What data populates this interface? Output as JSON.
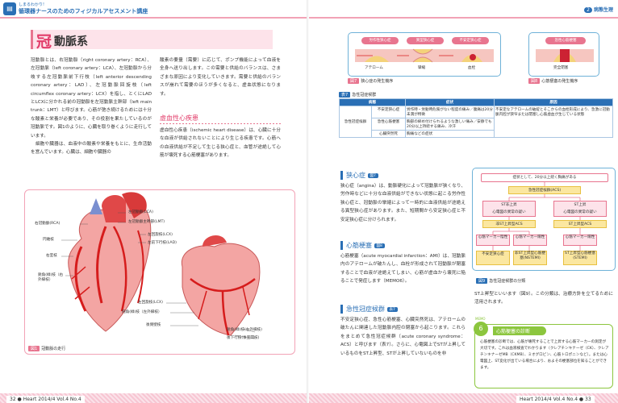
{
  "header_left": {
    "sub": "しまるわかり!",
    "title": "循環器ナースのためのフィジカルアセスメント講座"
  },
  "header_right": {
    "num": "2",
    "label": "病態生理"
  },
  "section": {
    "big": "冠",
    "rest": "動脈系"
  },
  "left_col1": "冠動脈とは、右冠動脈（right coronary artery：RCA）、左冠動脈（left coronary artery：LCA）、左冠動脈から分岐する左冠動脈前下行枝（left anterior descending coronary artery：LAD）、左冠動脈回旋枝（left circumflex coronary artery：LCX）を指し、とくにLADとLCXに分かれる前の冠動脈を左冠動脈主幹部（left main trunk：LMT）と呼びます。心筋が弛き続けるためには十分な酸素と栄養が必要であり、その役割を果たしているのが冠動脈です。図1のように、心臓を取り巻くように走行しています。",
  "left_col1b": "細胞や臓器は、血液中の酸素や栄養をもとに、生命活動を営んでいます。心臓は、細胞や臓器の",
  "left_col2": "酸素の要量（需要）に応じて、ポンプ機能によって血液を全身へ送り出します。この需要と供給のバランスは、さまざまな原因により変化していきます。需要と供給のバランスが崩れて需要のほうが多くなると、虚血状態になります。",
  "subhead_left": "虚血性心疾患",
  "left_col2b": "虚血性心疾患（ischemic heart disease）は、心臓に十分な血液が供給されないことにより生じる疾患です。心筋への血液供給が不足して生じる狭心症と、血管が途絶して心筋が壊死する心筋梗塞があります。",
  "fig1_caption": {
    "tag": "図1",
    "text": "冠動脈の走行"
  },
  "fig1_labels": [
    "左冠動脈(LCA)",
    "左冠動脈主幹部(LMT)",
    "左回旋枝(LCX)",
    "左前下行枝(LAD)",
    "右冠動脈(RCA)",
    "円錐枝",
    "右室枝",
    "鋭角(緑)枝（右外縁枝）",
    "左回旋枝(LCX)",
    "鈍角(緑)枝（左外縁枝）",
    "後側壁枝",
    "鋭角(緑)枝(右外縁枝)",
    "後下行枝(後室間枝)"
  ],
  "fig7": {
    "pills": [
      "労作性狭心症",
      "異型狭心症",
      "不安定狭心症"
    ],
    "labels": [
      "アテローム",
      "攣縮",
      "血栓"
    ],
    "caption_tag": "図7",
    "caption": "狭心症の発生機序"
  },
  "fig8": {
    "pills": [
      "急性心筋梗塞"
    ],
    "labels": [
      "完全閉塞"
    ],
    "caption_tag": "図8",
    "caption": "心筋梗塞の発生機序"
  },
  "table": {
    "tag": "表7",
    "caption": "急性冠症候群",
    "headers": [
      "病態",
      "",
      "症状",
      "原因"
    ],
    "group": "急性冠症候群",
    "rows": [
      {
        "name": "不安定狭心症",
        "symptom": "労作時・労動時危険がない程度の痛み／腹痛は20分未満が特徴",
        "cause": "不安定なアテロームの破綻とそこからの血栓形成により、急激に冠動脈内腔が狭窄または閉塞し心筋虚血が生じている状態"
      },
      {
        "name": "急性心筋梗塞",
        "symptom": "胸部の締め付けられるような激しい痛み／安静でも20分以上持続する痛み、冷汗",
        "cause": ""
      },
      {
        "name": "心臓突然死",
        "symptom": "胸痛などの症状",
        "cause": ""
      }
    ]
  },
  "angina": {
    "head": "狭心症",
    "tag": "図7",
    "text": "狭心症（angina）は、動脈硬化によって冠動脈が狭くなり、労作時などに十分な血液供給ができない状態に起こる労作性狭心症と、冠動脈の攣縮によって一時的に血液供給が途絶える異型狭心症があります。また、短期間から安定狭心症と不安定狭心症に分けられます。"
  },
  "mi": {
    "head": "心筋梗塞",
    "tag": "図8",
    "text": "心筋梗塞（acute myocardial infarction：AMI）は、冠動脈内のアテロームが破たんし、血栓が形成されて冠動脈が閉塞することで血液が途絶えてしまい、心筋が虚血から壊死に陥ることで発症します（MEMO6）。"
  },
  "acs": {
    "head": "急性冠症候群",
    "tag": "表7",
    "text": "不安定狭心症、急性心筋梗塞、心臓突然死は、アテロームの破たんに関連した冠動脈内腔の閉塞から起こります。これらをまとめて急性冠症候群（acute coronary syndrome：ACS）と呼びます（表7）。さらに、心電図上でSTが上昇しているものをST上昇型、STが上昇していないものを非"
  },
  "fig9": {
    "top": "症状として、20分以上続く胸痛がある",
    "acs": "急性冠症候群(ACS)",
    "st_non": "ST非上昇\n心電図の異常の疑い",
    "st_up": "ST上昇\n心電図の異常の疑い",
    "nste_acs": "非ST上昇型ACS",
    "ste_acs": "ST上昇型ACS",
    "marker_neg": "心筋マーカー陰性",
    "marker_pos": "心筋マーカー陽性",
    "marker_pos2": "心筋マーカー陽性",
    "ua": "不安定狭心症",
    "nstemi": "非ST上昇型心筋梗塞(NSTEMI)",
    "stemi": "ST上昇型心筋梗塞(STEMI)",
    "caption_tag": "図9",
    "caption": "急性冠症候群の分類"
  },
  "right_tail": "ST上昇型といいます（図9）。この分類は、治療方針を立てるために活用されます。",
  "memo": {
    "memo_label": "MEMO",
    "num": "6",
    "title": "心筋梗塞の診断",
    "body": "心筋梗塞の診断では、心筋が壊死することで上昇する心筋マーカーの測定が大切です。これは血液検査でわかります（クレアチンキナーゼ（CK）、クレアチンキナーゼMB（CKMB）、ミオグロビン、心筋トロポニンなど）。または心電図上、ST変化が出ている場合により、およその梗塞部位を知ることができます。"
  },
  "footer_left": "32 ● Heart 2014/4 Vol.4 No.4",
  "footer_right": "Heart 2014/4 Vol.4 No.4 ● 33",
  "colors": {
    "pink": "#e8758f",
    "blue": "#2a6fb5",
    "green": "#8cc63e"
  }
}
